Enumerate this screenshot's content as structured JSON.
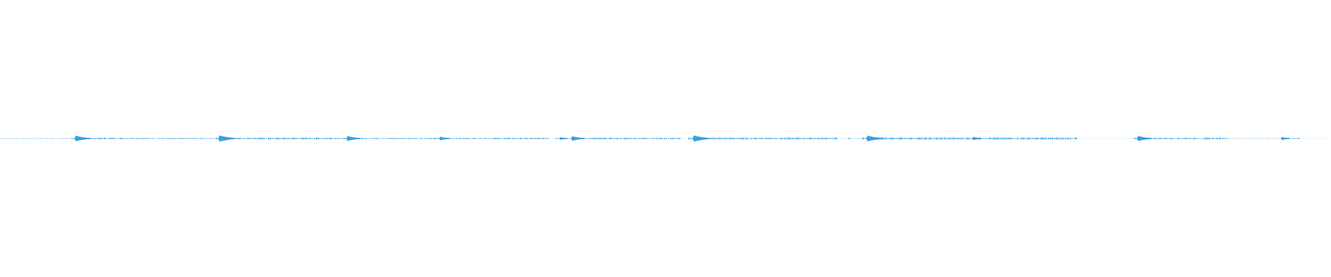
{
  "waveform": {
    "color": "#3aa0e0",
    "segments": [
      {
        "start": 0.0,
        "end": 0.055,
        "level": 0.1
      },
      {
        "start": 0.055,
        "end": 0.11,
        "level": 0.3
      },
      {
        "start": 0.11,
        "end": 0.165,
        "level": 0.18
      },
      {
        "start": 0.165,
        "end": 0.262,
        "level": 0.34
      },
      {
        "start": 0.262,
        "end": 0.335,
        "level": 0.24
      },
      {
        "start": 0.335,
        "end": 0.42,
        "level": 0.26
      },
      {
        "start": 0.425,
        "end": 0.521,
        "level": 0.3
      },
      {
        "start": 0.527,
        "end": 0.64,
        "level": 0.36
      },
      {
        "start": 0.646,
        "end": 0.7,
        "level": 0.08
      },
      {
        "start": 0.66,
        "end": 0.824,
        "level": 0.4
      },
      {
        "start": 0.868,
        "end": 0.94,
        "level": 0.32
      },
      {
        "start": 0.94,
        "end": 0.98,
        "level": 0.06
      },
      {
        "start": 0.985,
        "end": 0.995,
        "level": 0.24
      }
    ],
    "bursts": [
      {
        "pos": 0.057,
        "strength": 0.9
      },
      {
        "pos": 0.167,
        "strength": 1.0
      },
      {
        "pos": 0.265,
        "strength": 0.8
      },
      {
        "pos": 0.336,
        "strength": 0.6
      },
      {
        "pos": 0.428,
        "strength": 0.45
      },
      {
        "pos": 0.437,
        "strength": 0.75
      },
      {
        "pos": 0.53,
        "strength": 1.0
      },
      {
        "pos": 0.663,
        "strength": 0.95
      },
      {
        "pos": 0.744,
        "strength": 0.55
      },
      {
        "pos": 0.87,
        "strength": 0.85
      },
      {
        "pos": 0.98,
        "strength": 0.5
      }
    ],
    "dots": [
      0.64,
      0.65
    ]
  }
}
